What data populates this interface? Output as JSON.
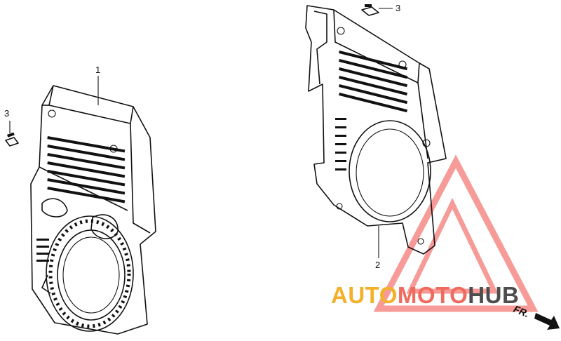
{
  "diagram": {
    "callouts": [
      {
        "id": "part-1",
        "label": "1"
      },
      {
        "id": "part-2",
        "label": "2"
      },
      {
        "id": "part-3-left",
        "label": "3"
      },
      {
        "id": "part-3-right",
        "label": "3"
      }
    ],
    "direction_label": "FR."
  },
  "watermark": {
    "part_a": "AUTO",
    "part_b": "MOTO",
    "part_c": "HUB",
    "triangle_color": "#ef4a44"
  }
}
